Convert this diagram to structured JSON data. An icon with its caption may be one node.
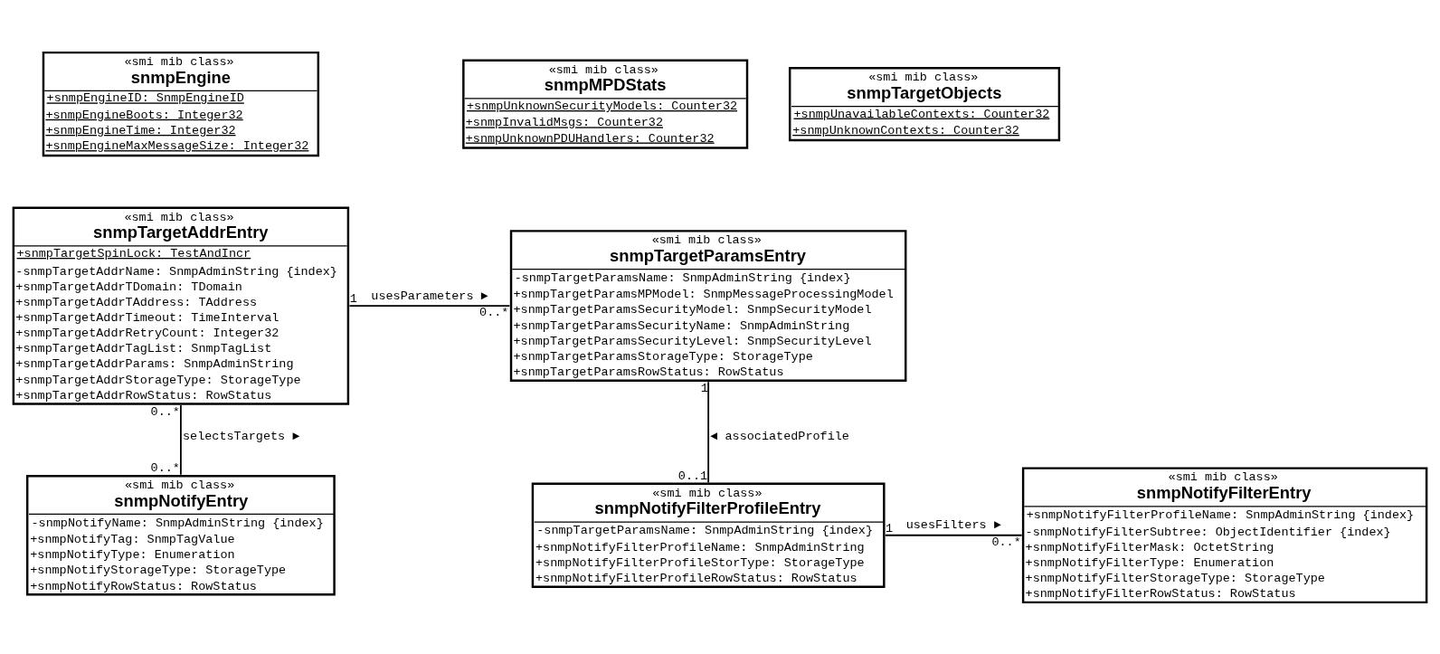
{
  "diagram": {
    "nodes": [
      {
        "text": [
          "«smi mib class»",
          "snmpEngine",
          "+snmpEngineID: SnmpEngineID",
          "+snmpEngineBoots: Integer32",
          "+snmpEngineTime: Integer32",
          "+snmpEngineMaxMessageSize: Integer32"
        ]
      },
      {
        "text": [
          "«smi mib class»",
          "snmpMPDStats",
          "+snmpUnknownSecurityModels: Counter32",
          "+snmpInvalidMsgs: Counter32",
          "+snmpUnknownPDUHandlers: Counter32"
        ]
      },
      {
        "text": [
          "«smi mib class»",
          "snmpTargetObjects",
          "+snmpUnavailableContexts: Counter32",
          "+snmpUnknownContexts: Counter32"
        ]
      },
      {
        "text": [
          "«smi mib class»",
          "snmpTargetAddrEntry",
          "+snmpTargetSpinLock: TestAndIncr",
          "-snmpTargetAddrName: SnmpAdminString {index}",
          "+snmpTargetAddrTDomain: TDomain",
          "+snmpTargetAddrTAddress: TAddress",
          "+snmpTargetAddrTimeout: TimeInterval",
          "+snmpTargetAddrRetryCount: Integer32",
          "+snmpTargetAddrTagList: SnmpTagList",
          "+snmpTargetAddrParams: SnmpAdminString",
          "+snmpTargetAddrStorageType: StorageType",
          "+snmpTargetAddrRowStatus: RowStatus"
        ]
      },
      {
        "text": [
          "«smi mib class»",
          "snmpTargetParamsEntry",
          "-snmpTargetParamsName: SnmpAdminString {index}",
          "+snmpTargetParamsMPModel: SnmpMessageProcessingModel",
          "+snmpTargetParamsSecurityModel: SnmpSecurityModel",
          "+snmpTargetParamsSecurityName: SnmpAdminString",
          "+snmpTargetParamsSecurityLevel: SnmpSecurityLevel",
          "+snmpTargetParamsStorageType: StorageType",
          "+snmpTargetParamsRowStatus: RowStatus"
        ]
      },
      {
        "text": [
          "«smi mib class»",
          "snmpNotifyEntry",
          "-snmpNotifyName: SnmpAdminString {index}",
          "+snmpNotifyTag: SnmpTagValue",
          "+snmpNotifyType: Enumeration",
          "+snmpNotifyStorageType: StorageType",
          "+snmpNotifyRowStatus: RowStatus"
        ]
      },
      {
        "text": [
          "«smi mib class»",
          "snmpNotifyFilterProfileEntry",
          "-snmpTargetParamsName: SnmpAdminString {index}",
          "+snmpNotifyFilterProfileName: SnmpAdminString",
          "+snmpNotifyFilterProfileStorType: StorageType",
          "+snmpNotifyFilterProfileRowStatus: RowStatus"
        ]
      },
      {
        "text": [
          "«smi mib class»",
          "snmpNotifyFilterEntry",
          "+snmpNotifyFilterProfileName: SnmpAdminString {index}",
          "-snmpNotifyFilterSubtree: ObjectIdentifier {index}",
          "+snmpNotifyFilterMask: OctetString",
          "+snmpNotifyFilterType: Enumeration",
          "+snmpNotifyFilterStorageType: StorageType",
          "+snmpNotifyFilterRowStatus: RowStatus"
        ]
      }
    ],
    "edges": [
      {
        "from": 3,
        "to": 4,
        "arrow": "none",
        "label": "usesParameters ►"
      },
      {
        "from": 3,
        "to": 5,
        "arrow": "none",
        "label": "selectsTargets ►"
      },
      {
        "from": 4,
        "to": 6,
        "arrow": "none",
        "label": "◄ associatedProfile"
      },
      {
        "from": 6,
        "to": 7,
        "arrow": "none",
        "label": "usesFilters ►"
      }
    ],
    "labels": [
      "1",
      "0..*",
      "1",
      "0..*",
      "0..*",
      "0..1",
      "1",
      "0..*"
    ]
  }
}
